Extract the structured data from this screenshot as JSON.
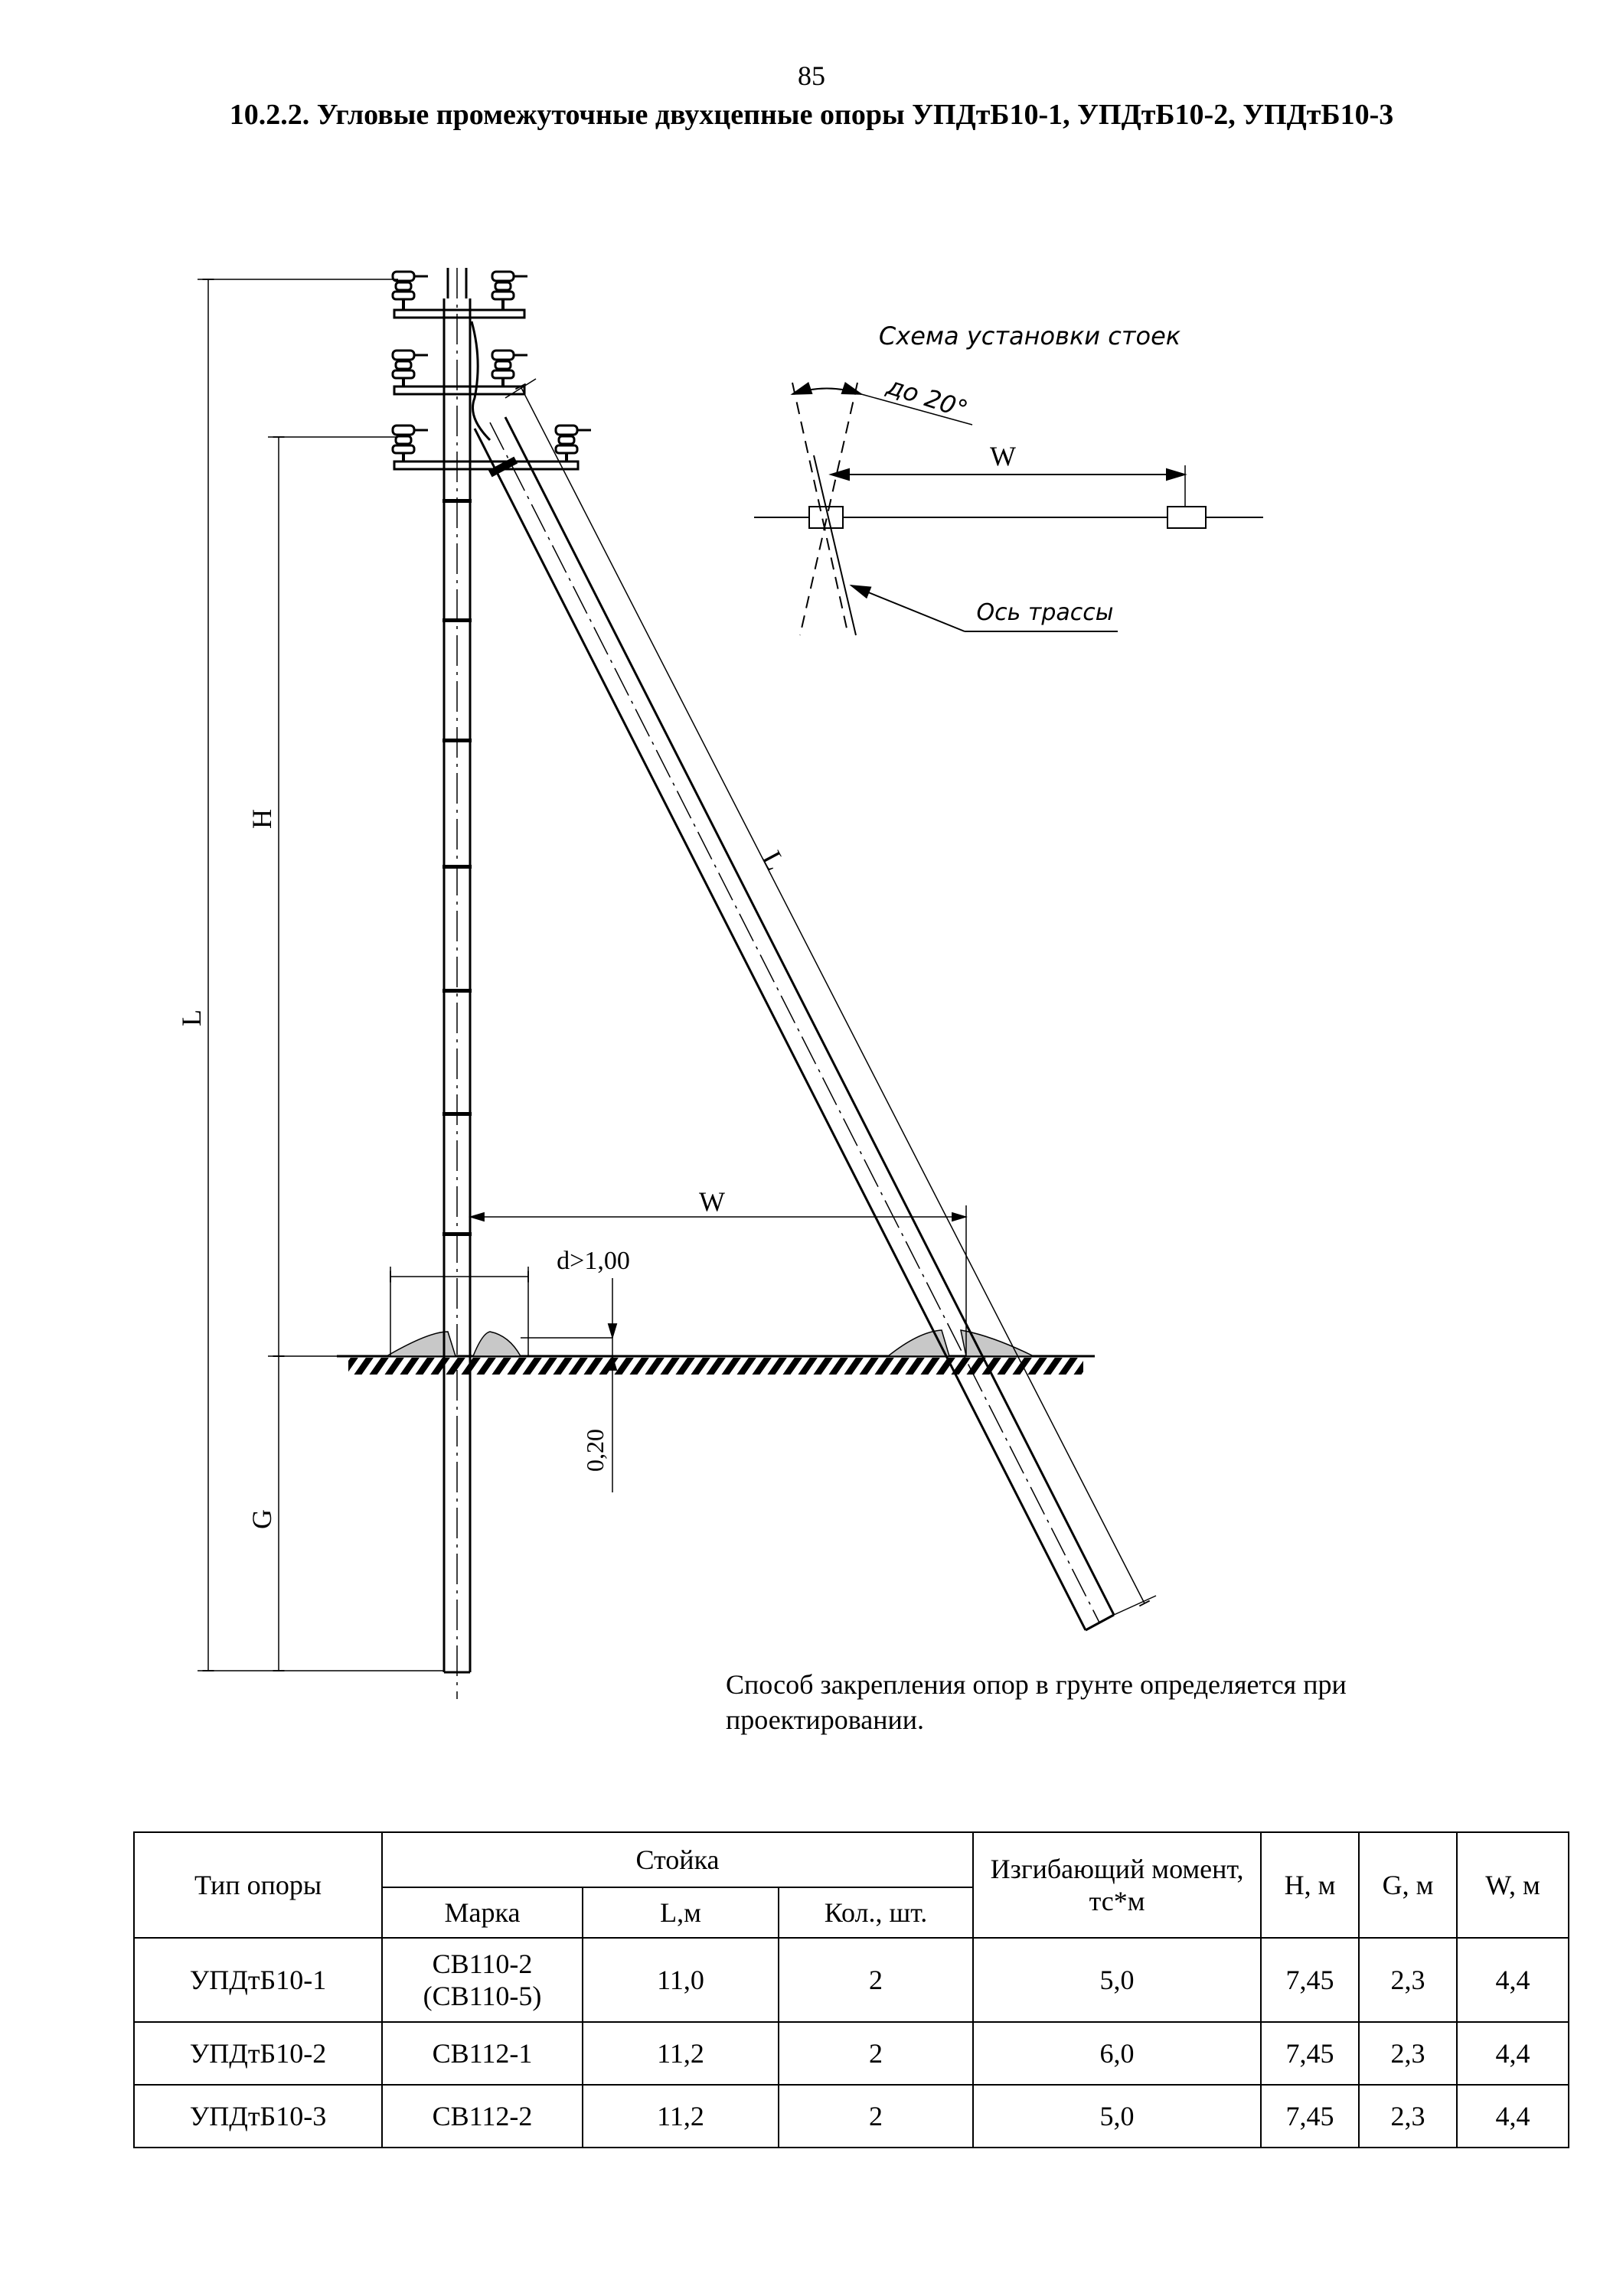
{
  "page_number": "85",
  "title": "10.2.2. Угловые промежуточные двухцепные опоры УПДтБ10-1, УПДтБ10-2, УПДтБ10-3",
  "drawing": {
    "dim_L": "L",
    "dim_H": "H",
    "dim_G": "G",
    "dim_W": "W",
    "dim_strut_L": "L",
    "dim_d": "d>1,00",
    "dim_depth": "0,20"
  },
  "scheme": {
    "title": "Схема установки стоек",
    "angle": "до 20°",
    "w_label": "W",
    "axis_label": "Ось трассы"
  },
  "note": "Способ закрепления опор в грунте определяется при проектировании.",
  "table": {
    "head": {
      "type": "Тип опоры",
      "stoyka": "Стойка",
      "marka": "Марка",
      "length": "L,м",
      "count": "Кол., шт.",
      "moment": "Изгибающий момент, тс*м",
      "h": "H, м",
      "g": "G, м",
      "w": "W, м"
    },
    "rows": [
      {
        "type": "УПДтБ10-1",
        "marka": "СВ110-2 (СВ110-5)",
        "length": "11,0",
        "count": "2",
        "moment": "5,0",
        "h": "7,45",
        "g": "2,3",
        "w": "4,4"
      },
      {
        "type": "УПДтБ10-2",
        "marka": "СВ112-1",
        "length": "11,2",
        "count": "2",
        "moment": "6,0",
        "h": "7,45",
        "g": "2,3",
        "w": "4,4"
      },
      {
        "type": "УПДтБ10-3",
        "marka": "СВ112-2",
        "length": "11,2",
        "count": "2",
        "moment": "5,0",
        "h": "7,45",
        "g": "2,3",
        "w": "4,4"
      }
    ]
  }
}
